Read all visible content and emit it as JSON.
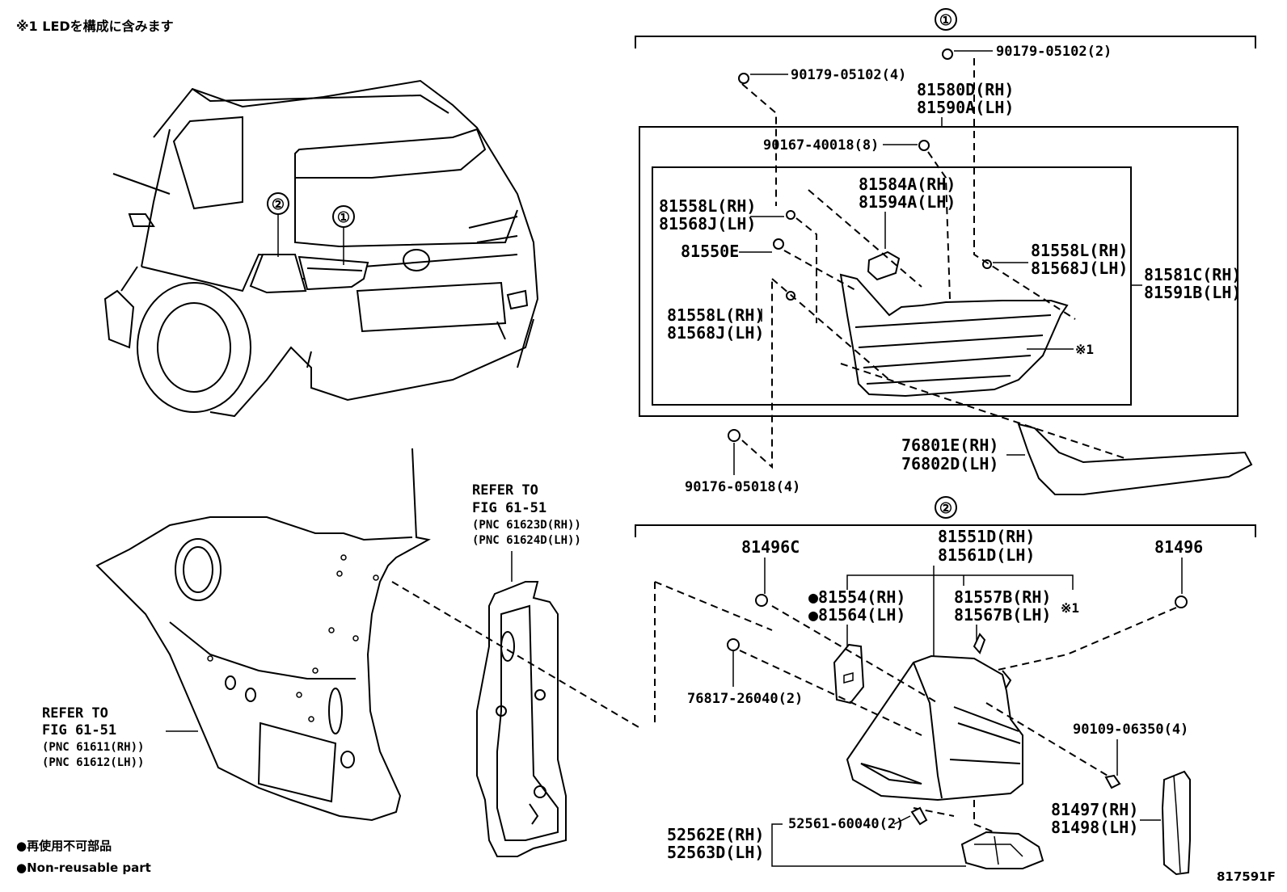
{
  "header_note": "※1 LEDを構成に含みます",
  "figure_code": "817591F",
  "legend": {
    "line1": "●再使用不可部品",
    "line2": "●Non-reusable part"
  },
  "callouts": {
    "one": "①",
    "two": "②",
    "star1": "※1"
  },
  "refer_left": {
    "line1": "REFER TO",
    "line2": "FIG 61-51",
    "pnc1": "(PNC 61611(RH))",
    "pnc2": "(PNC 61612(LH))"
  },
  "refer_mid": {
    "line1": "REFER TO",
    "line2": "FIG 61-51",
    "pnc1": "(PNC 61623D(RH))",
    "pnc2": "(PNC 61624D(LH))"
  },
  "labels": {
    "p90179_05102_4": "90179-05102(4)",
    "p90179_05102_2": "90179-05102(2)",
    "p81580D": "81580D(RH)",
    "p81590A": "81590A(LH)",
    "p90167_40018": "90167-40018(8)",
    "p81584A": "81584A(RH)",
    "p81594A": "81594A(LH)",
    "p81558L_a": "81558L(RH)",
    "p81568J_a": "81568J(LH)",
    "p81550E": "81550E",
    "p81558L_b": "81558L(RH)",
    "p81568J_b": "81568J(LH)",
    "p81558L_c": "81558L(RH)",
    "p81568J_c": "81568J(LH)",
    "p81581C": "81581C(RH)",
    "p81591B": "81591B(LH)",
    "p76801E": "76801E(RH)",
    "p76802D": "76802D(LH)",
    "p90176_05018": "90176-05018(4)",
    "p81496C": "81496C",
    "p81496": "81496",
    "p81551D": "81551D(RH)",
    "p81561D": "81561D(LH)",
    "p81554": "●81554(RH)",
    "p81564": "●81564(LH)",
    "p81557B": "81557B(RH)",
    "p81567B": "81567B(LH)",
    "p76817_26040": "76817-26040(2)",
    "p90109_06350": "90109-06350(4)",
    "p81497": "81497(RH)",
    "p81498": "81498(LH)",
    "p52562E": "52562E(RH)",
    "p52563D": "52563D(LH)",
    "p52561_60040": "52561-60040(2)"
  }
}
